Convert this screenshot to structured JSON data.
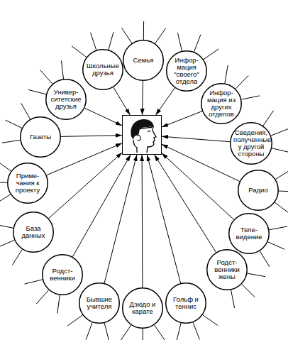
{
  "diagram": {
    "nodes": [
      {
        "text": []
      },
      {
        "text": [
          "Семья"
        ]
      },
      {
        "text": [
          "Школьные друзья"
        ]
      },
      {
        "text": [
          "Инфор-мация \"своего\" отдела"
        ]
      },
      {
        "text": [
          "Универ-ситетские друзья"
        ]
      },
      {
        "text": [
          "Инфор-мация из других отделов"
        ]
      },
      {
        "text": [
          "Газеты"
        ]
      },
      {
        "text": [
          "Сведения, полученные у другой стороны"
        ]
      },
      {
        "text": [
          "Приме-чания к проекту"
        ]
      },
      {
        "text": [
          "Радио"
        ]
      },
      {
        "text": [
          "База данных"
        ]
      },
      {
        "text": [
          "Теле-видение"
        ]
      },
      {
        "text": [
          "Родст-венники"
        ]
      },
      {
        "text": [
          "Родст-венники жены"
        ]
      },
      {
        "text": [
          "Бывшие учителя"
        ]
      },
      {
        "text": [
          "Дзюдо и карате"
        ]
      },
      {
        "text": [
          "Гольф и теннис"
        ]
      }
    ],
    "edges": [
      {
        "from": 1,
        "to": 0,
        "arrow": "to"
      },
      {
        "from": 2,
        "to": 0,
        "arrow": "to"
      },
      {
        "from": 3,
        "to": 0,
        "arrow": "to"
      },
      {
        "from": 4,
        "to": 0,
        "arrow": "to"
      },
      {
        "from": 5,
        "to": 0,
        "arrow": "to"
      },
      {
        "from": 6,
        "to": 0,
        "arrow": "to"
      },
      {
        "from": 7,
        "to": 0,
        "arrow": "to"
      },
      {
        "from": 8,
        "to": 0,
        "arrow": "to"
      },
      {
        "from": 9,
        "to": 0,
        "arrow": "to"
      },
      {
        "from": 10,
        "to": 0,
        "arrow": "to"
      },
      {
        "from": 11,
        "to": 0,
        "arrow": "to"
      },
      {
        "from": 12,
        "to": 0,
        "arrow": "to"
      },
      {
        "from": 13,
        "to": 0,
        "arrow": "to"
      },
      {
        "from": 14,
        "to": 0,
        "arrow": "to"
      },
      {
        "from": 15,
        "to": 0,
        "arrow": "to"
      },
      {
        "from": 16,
        "to": 0,
        "arrow": "to"
      }
    ]
  }
}
